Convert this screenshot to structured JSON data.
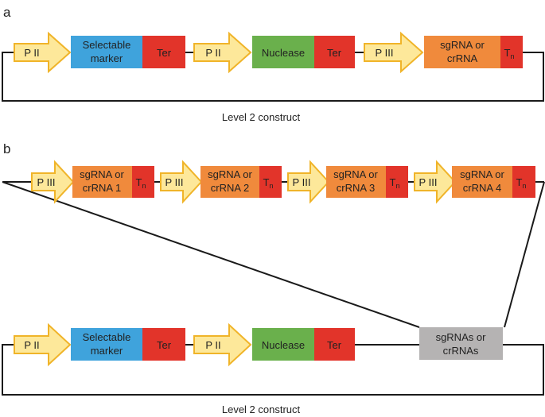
{
  "panels": {
    "a": {
      "label": "a",
      "promoter_1": "P II",
      "selectable_marker": [
        "Selectable",
        "marker"
      ],
      "terminator_1": "Ter",
      "promoter_2": "P II",
      "nuclease": "Nuclease",
      "terminator_2": "Ter",
      "promoter_3": "P III",
      "guide": [
        "sgRNA or",
        "crRNA"
      ],
      "terminator_3_main": "T",
      "terminator_3_sub": "n",
      "caption": "Level 2 construct"
    },
    "b": {
      "label": "b",
      "array": [
        {
          "promoter": "P III",
          "guide": [
            "sgRNA or",
            "crRNA 1"
          ],
          "term_main": "T",
          "term_sub": "n"
        },
        {
          "promoter": "P III",
          "guide": [
            "sgRNA or",
            "crRNA 2"
          ],
          "term_main": "T",
          "term_sub": "n"
        },
        {
          "promoter": "P III",
          "guide": [
            "sgRNA or",
            "crRNA 3"
          ],
          "term_main": "T",
          "term_sub": "n"
        },
        {
          "promoter": "P III",
          "guide": [
            "sgRNA or",
            "crRNA 4"
          ],
          "term_main": "T",
          "term_sub": "n"
        }
      ],
      "promoter_1": "P II",
      "selectable_marker": [
        "Selectable",
        "marker"
      ],
      "terminator_1": "Ter",
      "promoter_2": "P II",
      "nuclease": "Nuclease",
      "terminator_2": "Ter",
      "guides_box": [
        "sgRNAs or",
        "crRNAs"
      ],
      "caption": "Level 2 construct"
    }
  },
  "colors": {
    "promoter_fill": "#fde89a",
    "promoter_stroke": "#f0b429",
    "selectable_marker": "#3fa3dc",
    "terminator": "#e2342a",
    "nuclease": "#6ab04c",
    "guide": "#f08a3c",
    "guides_box": "#b5b3b3"
  }
}
